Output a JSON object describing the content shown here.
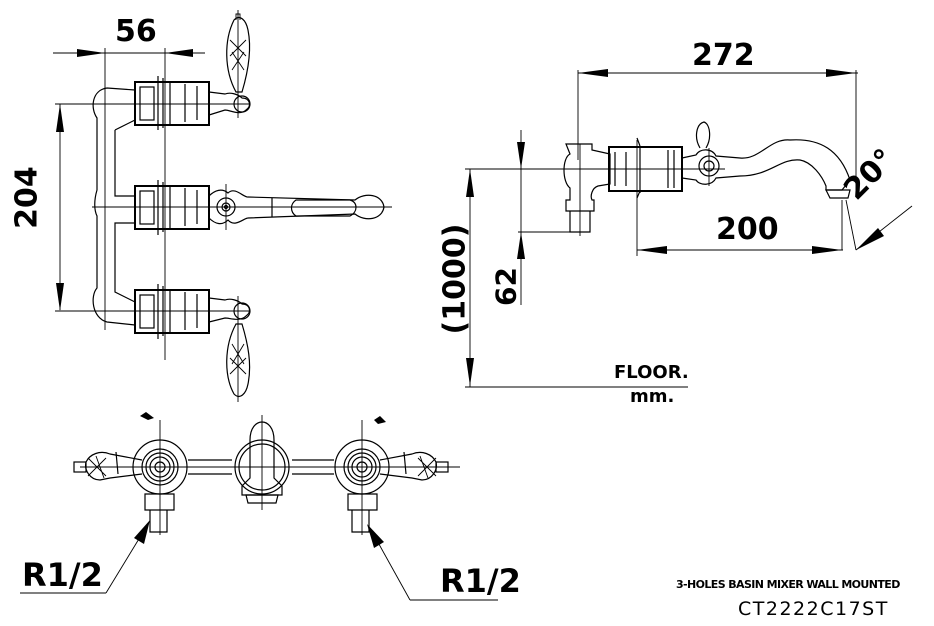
{
  "drawing": {
    "front_view": {
      "dim_width": "56",
      "dim_height": "204"
    },
    "side_view": {
      "dim_total_length": "272",
      "dim_spout_length": "200",
      "dim_angle": "20°",
      "dim_height_from_floor": "(1000)",
      "dim_inlet_offset": "62",
      "floor_label": "FLOOR.",
      "unit_label": "mm."
    },
    "bottom_view": {
      "thread_left": "R1/2",
      "thread_right": "R1/2"
    },
    "title_block": {
      "product_name": "3-HOLES BASIN MIXER  WALL MOUNTED",
      "model_code": "CT2222C17ST"
    },
    "colors": {
      "line": "#000000",
      "background": "#ffffff"
    }
  }
}
